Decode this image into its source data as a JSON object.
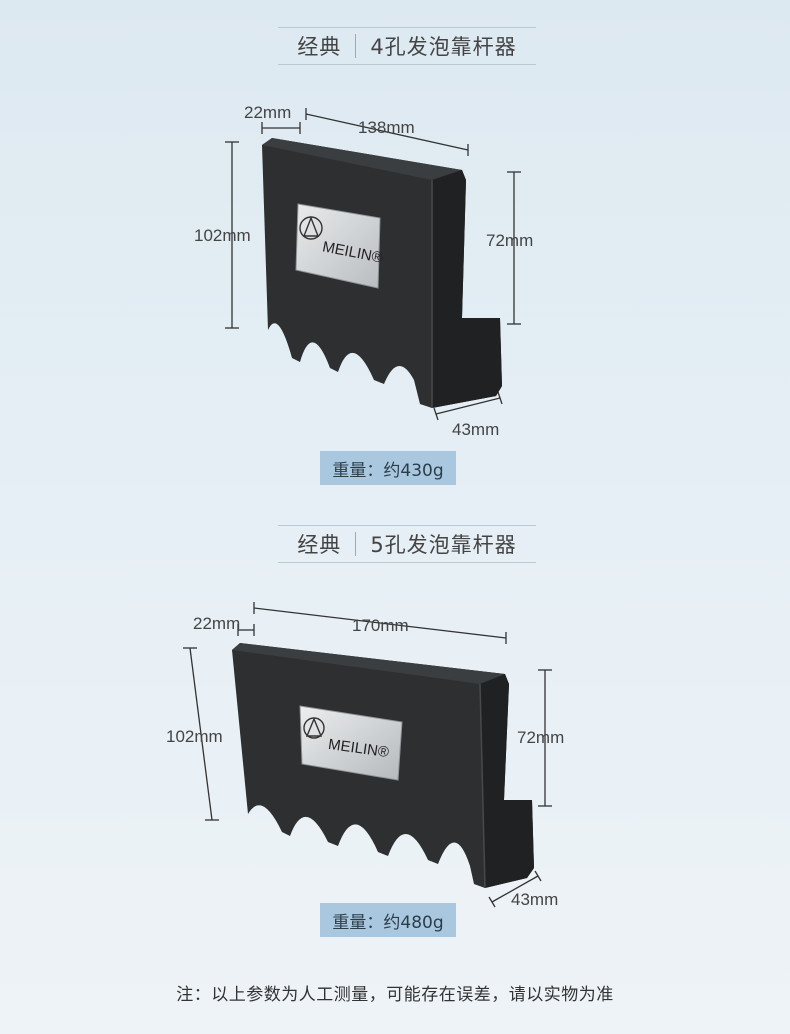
{
  "products": [
    {
      "title_prefix": "经典",
      "title_name": "4孔发泡靠杆器",
      "dims": {
        "thickness": "22mm",
        "length": "138mm",
        "height": "102mm",
        "step_height": "72mm",
        "depth": "43mm"
      },
      "brand": "MEILIN®",
      "weight": "重量：约430g"
    },
    {
      "title_prefix": "经典",
      "title_name": "5孔发泡靠杆器",
      "dims": {
        "thickness": "22mm",
        "length": "170mm",
        "height": "102mm",
        "step_height": "72mm",
        "depth": "43mm"
      },
      "brand": "MEILIN®",
      "weight": "重量：约480g"
    }
  ],
  "note": "注：以上参数为人工测量，可能存在误差，请以实物为准"
}
